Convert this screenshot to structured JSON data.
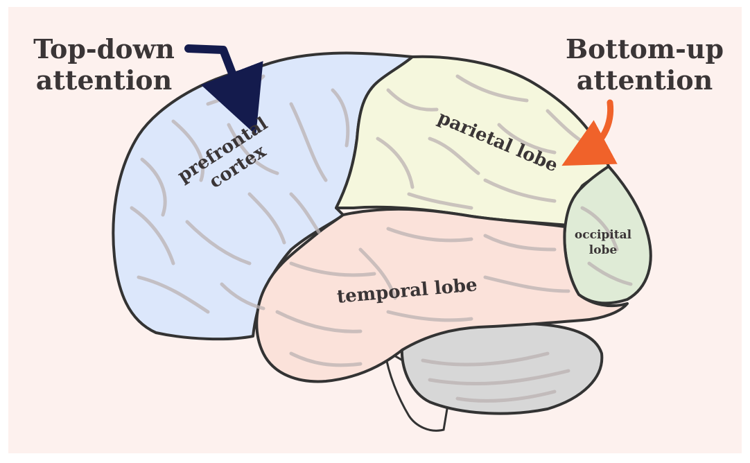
{
  "labels": {
    "top_down": [
      "Top-down",
      "attention"
    ],
    "bottom_up": [
      "Bottom-up",
      "attention"
    ],
    "prefrontal": [
      "prefrontal",
      "cortex"
    ],
    "parietal": "parietal lobe",
    "temporal": "temporal lobe",
    "occipital": [
      "occipital",
      "lobe"
    ]
  },
  "colors": {
    "background": "#fdf1ee",
    "prefrontal_fill": "#dce7fb",
    "parietal_fill": "#f5f7dd",
    "temporal_fill": "#fbe2da",
    "occipital_fill": "#dfebd6",
    "cerebellum_fill": "#d7d7d7",
    "top_down_arrow": "#141b4d",
    "bottom_up_arrow": "#f0622a",
    "outline": "#333333"
  },
  "icons": {
    "top_down_arrow": "arrow-down-right",
    "bottom_up_arrow": "arrow-down-left"
  }
}
